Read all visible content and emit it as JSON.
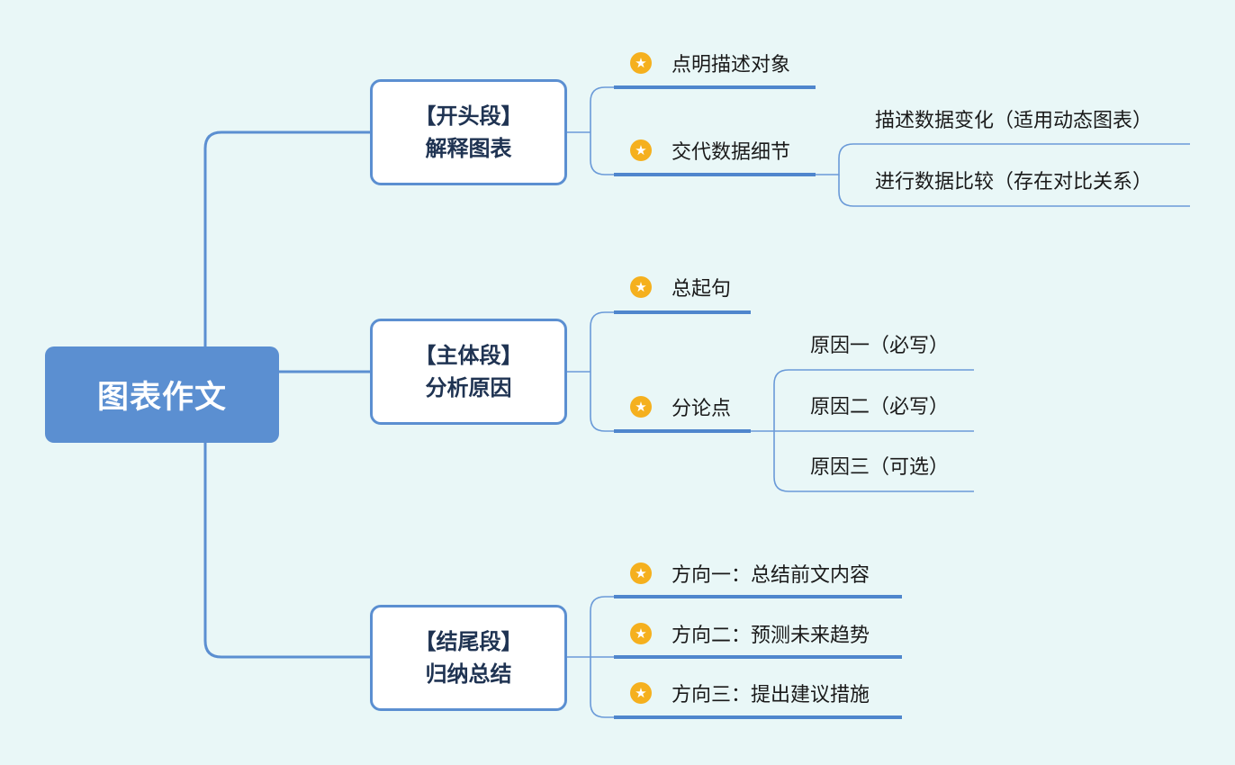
{
  "root": {
    "label": "图表作文"
  },
  "branches": [
    {
      "line1": "【开头段】",
      "line2": "解释图表",
      "leaves": [
        {
          "label": "点明描述对象",
          "subs": []
        },
        {
          "label": "交代数据细节",
          "subs": [
            "描述数据变化（适用动态图表）",
            "进行数据比较（存在对比关系）"
          ]
        }
      ]
    },
    {
      "line1": "【主体段】",
      "line2": "分析原因",
      "leaves": [
        {
          "label": "总起句",
          "subs": []
        },
        {
          "label": "分论点",
          "subs": [
            "原因一（必写）",
            "原因二（必写）",
            "原因三（可选）"
          ]
        }
      ]
    },
    {
      "line1": "【结尾段】",
      "line2": "归纳总结",
      "leaves": [
        {
          "label": "方向一：总结前文内容",
          "subs": []
        },
        {
          "label": "方向二：预测未来趋势",
          "subs": []
        },
        {
          "label": "方向三：提出建议措施",
          "subs": []
        }
      ]
    }
  ],
  "icons": {
    "leaf": "star-icon"
  },
  "colors": {
    "background": "#e9f7f7",
    "root": "#5b8fd1",
    "line": "#5b8fd1",
    "star": "#f5b01e",
    "branch_text": "#1f3352"
  }
}
